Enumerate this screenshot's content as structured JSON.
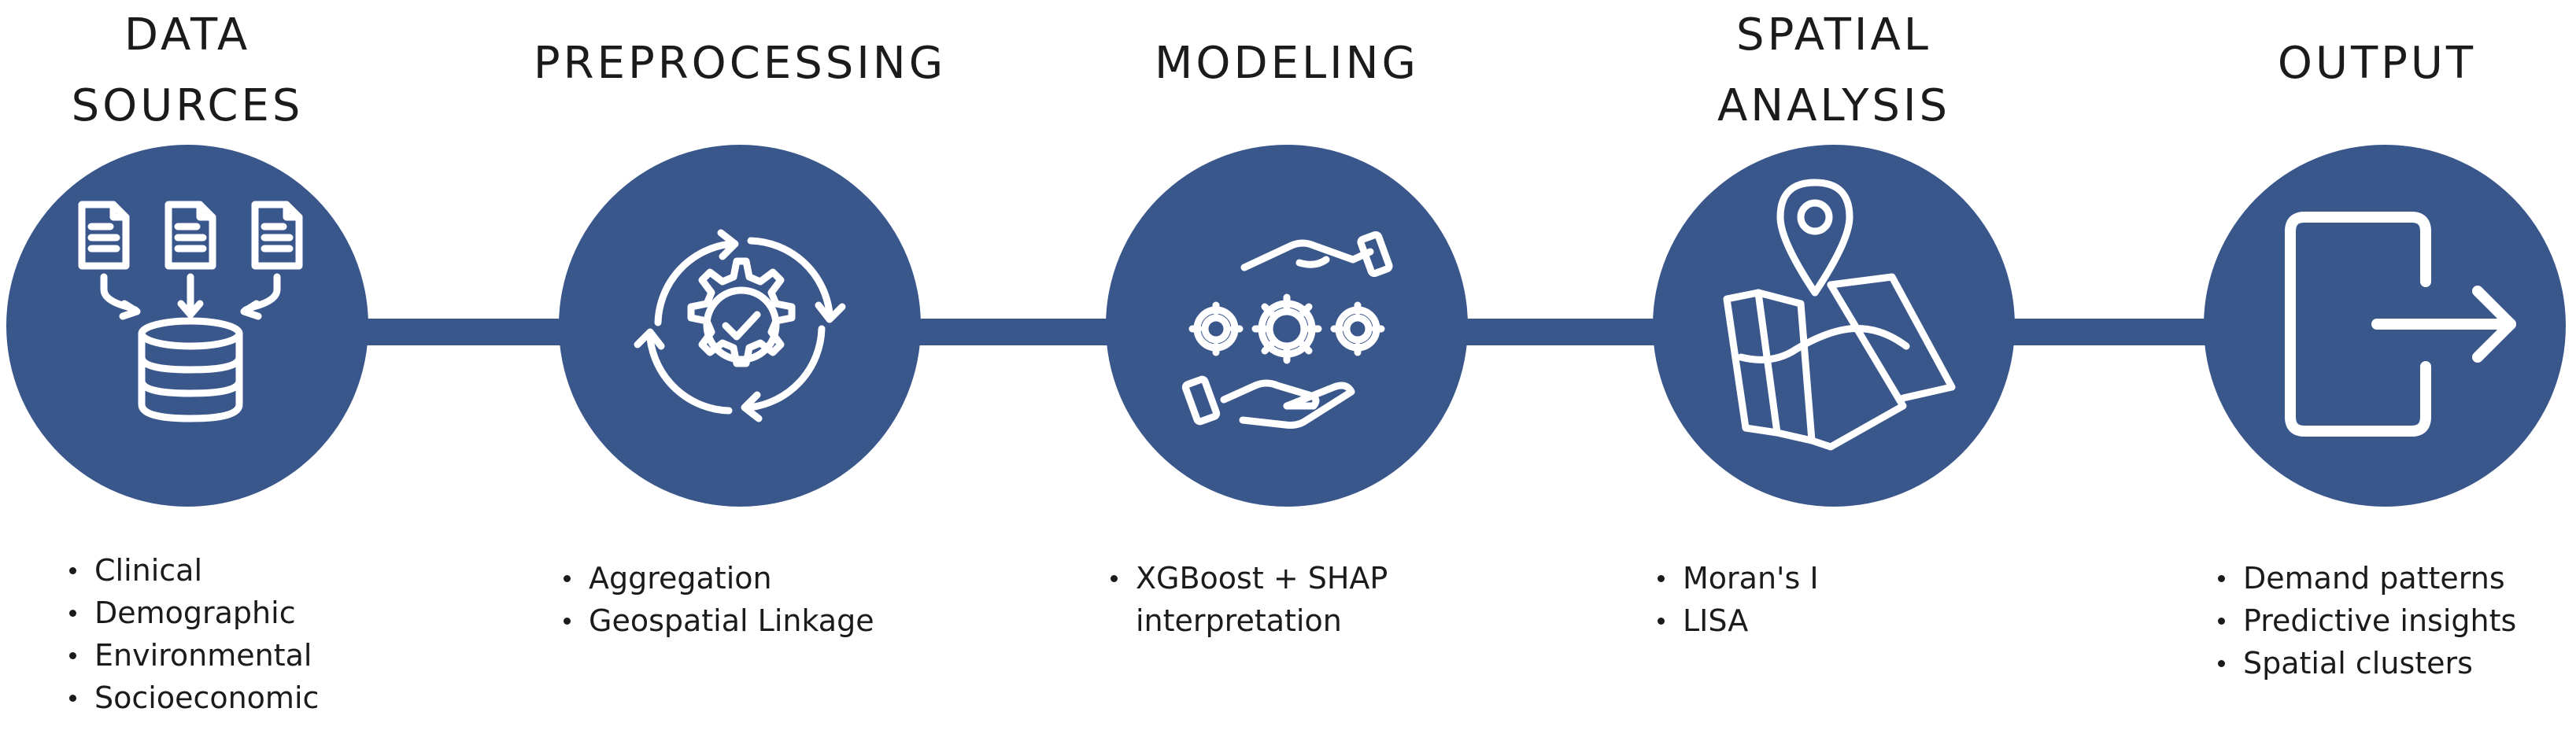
{
  "stages": [
    {
      "title_lines": [
        "DATA",
        "SOURCES"
      ],
      "icon": "documents-to-database-icon",
      "items": [
        "Clinical",
        "Demographic",
        "Environmental",
        "Socioeconomic"
      ]
    },
    {
      "title_lines": [
        "PREPROCESSING"
      ],
      "icon": "gear-check-cycle-icon",
      "items": [
        "Aggregation",
        "Geospatial Linkage"
      ]
    },
    {
      "title_lines": [
        "MODELING"
      ],
      "icon": "hands-gears-icon",
      "items": [
        "XGBoost + SHAP",
        "interpretation"
      ]
    },
    {
      "title_lines": [
        "SPATIAL",
        "ANALYSIS"
      ],
      "icon": "map-pin-icon",
      "items": [
        "Moran's I",
        "LISA"
      ]
    },
    {
      "title_lines": [
        "OUTPUT"
      ],
      "icon": "exit-arrow-icon",
      "items": [
        "Demand patterns",
        "Predictive insights",
        "Spatial clusters"
      ]
    }
  ],
  "colors": {
    "circle_fill": "#3a578c",
    "icon_stroke": "#ffffff",
    "text": "#1b1b1b"
  }
}
